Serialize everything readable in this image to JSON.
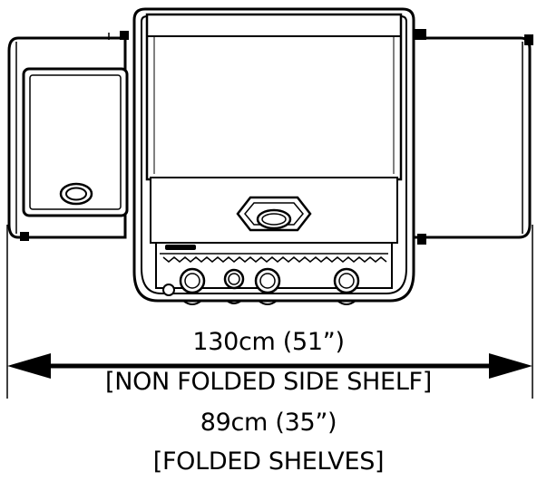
{
  "dimensions": {
    "unfolded_width": "130cm (51”)",
    "unfolded_note": "[NON FOLDED SIDE SHELF]",
    "folded_width": "89cm (35”)",
    "folded_note": "[FOLDED SHELVES]"
  }
}
